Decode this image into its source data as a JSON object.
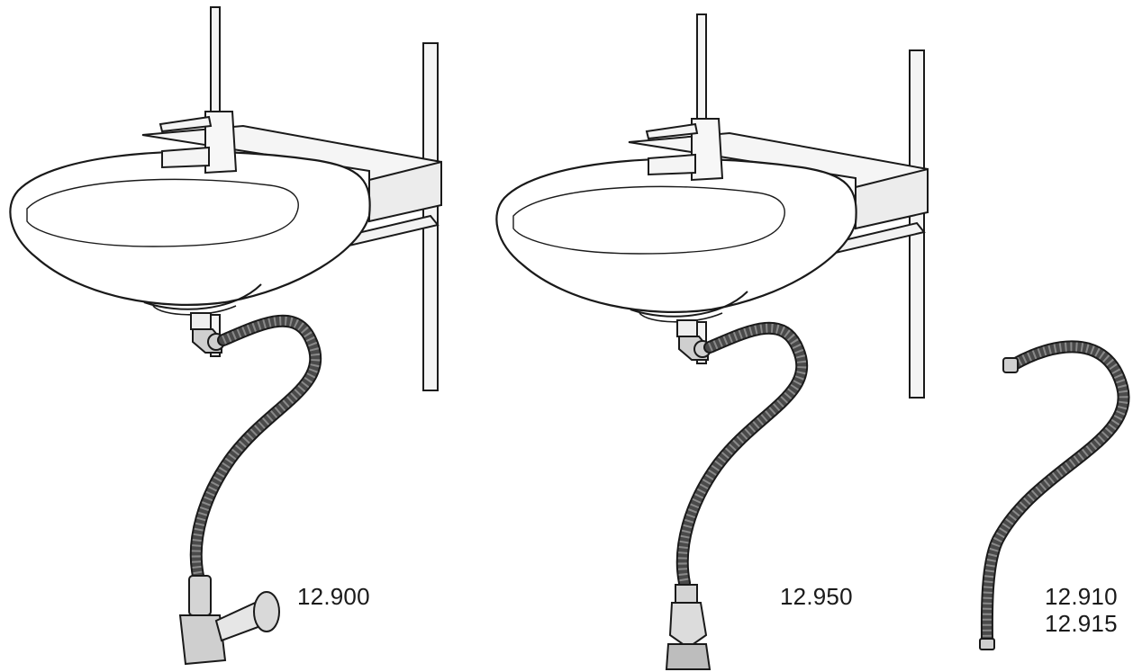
{
  "products": [
    {
      "id": "basin-with-bottle-trap",
      "codes": [
        "12.900"
      ]
    },
    {
      "id": "basin-with-straight-trap",
      "codes": [
        "12.950"
      ]
    },
    {
      "id": "flexible-hose-only",
      "codes": [
        "12.910",
        "12.915"
      ]
    }
  ],
  "colors": {
    "line": "#1a1a1a",
    "hose": "#4a4a4a",
    "fitting": "#cfcfcf",
    "rail": "#f4f4f4"
  }
}
